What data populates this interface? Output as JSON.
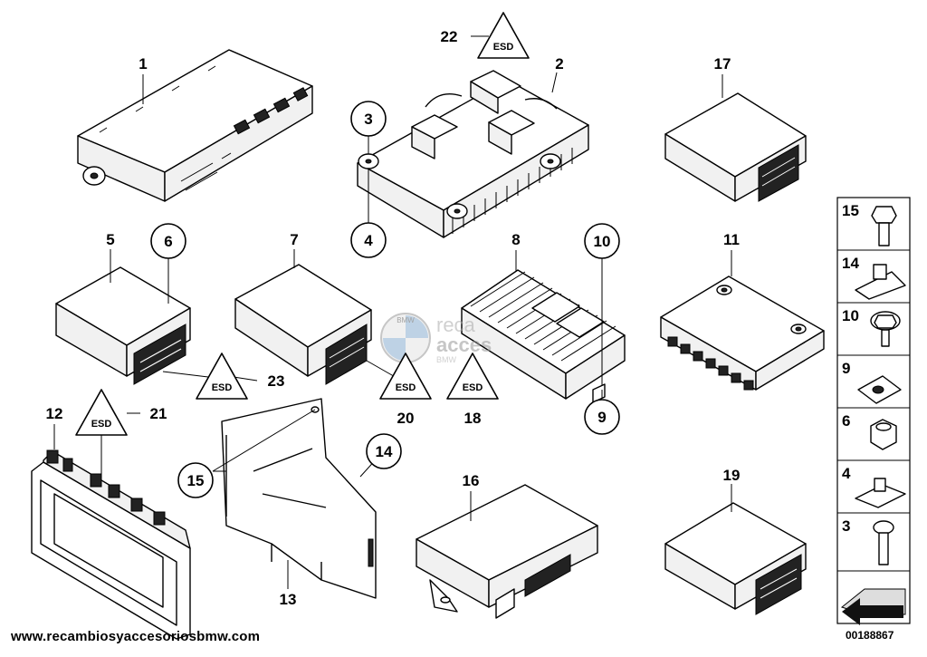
{
  "labels": {
    "l1": "1",
    "l2": "2",
    "l3": "3",
    "l4": "4",
    "l5": "5",
    "l6": "6",
    "l7": "7",
    "l8": "8",
    "l9": "9",
    "l10": "10",
    "l11": "11",
    "l12": "12",
    "l13": "13",
    "l14": "14",
    "l15": "15",
    "l16": "16",
    "l17": "17",
    "l18": "18",
    "l19": "19",
    "l20": "20",
    "l21": "21",
    "l22": "22",
    "l23": "23"
  },
  "hardware_column": {
    "items": [
      {
        "label": "15"
      },
      {
        "label": "14"
      },
      {
        "label": "10"
      },
      {
        "label": "9"
      },
      {
        "label": "6"
      },
      {
        "label": "4"
      },
      {
        "label": "3"
      }
    ]
  },
  "triangle_symbol": "ESD",
  "watermark": {
    "brand": "BMW",
    "text1": "reca",
    "text2": "acces",
    "text3": "BMW"
  },
  "footer": {
    "website": "www.recambiosyaccesoriosbmw.com",
    "diagram_number": "00188867"
  }
}
